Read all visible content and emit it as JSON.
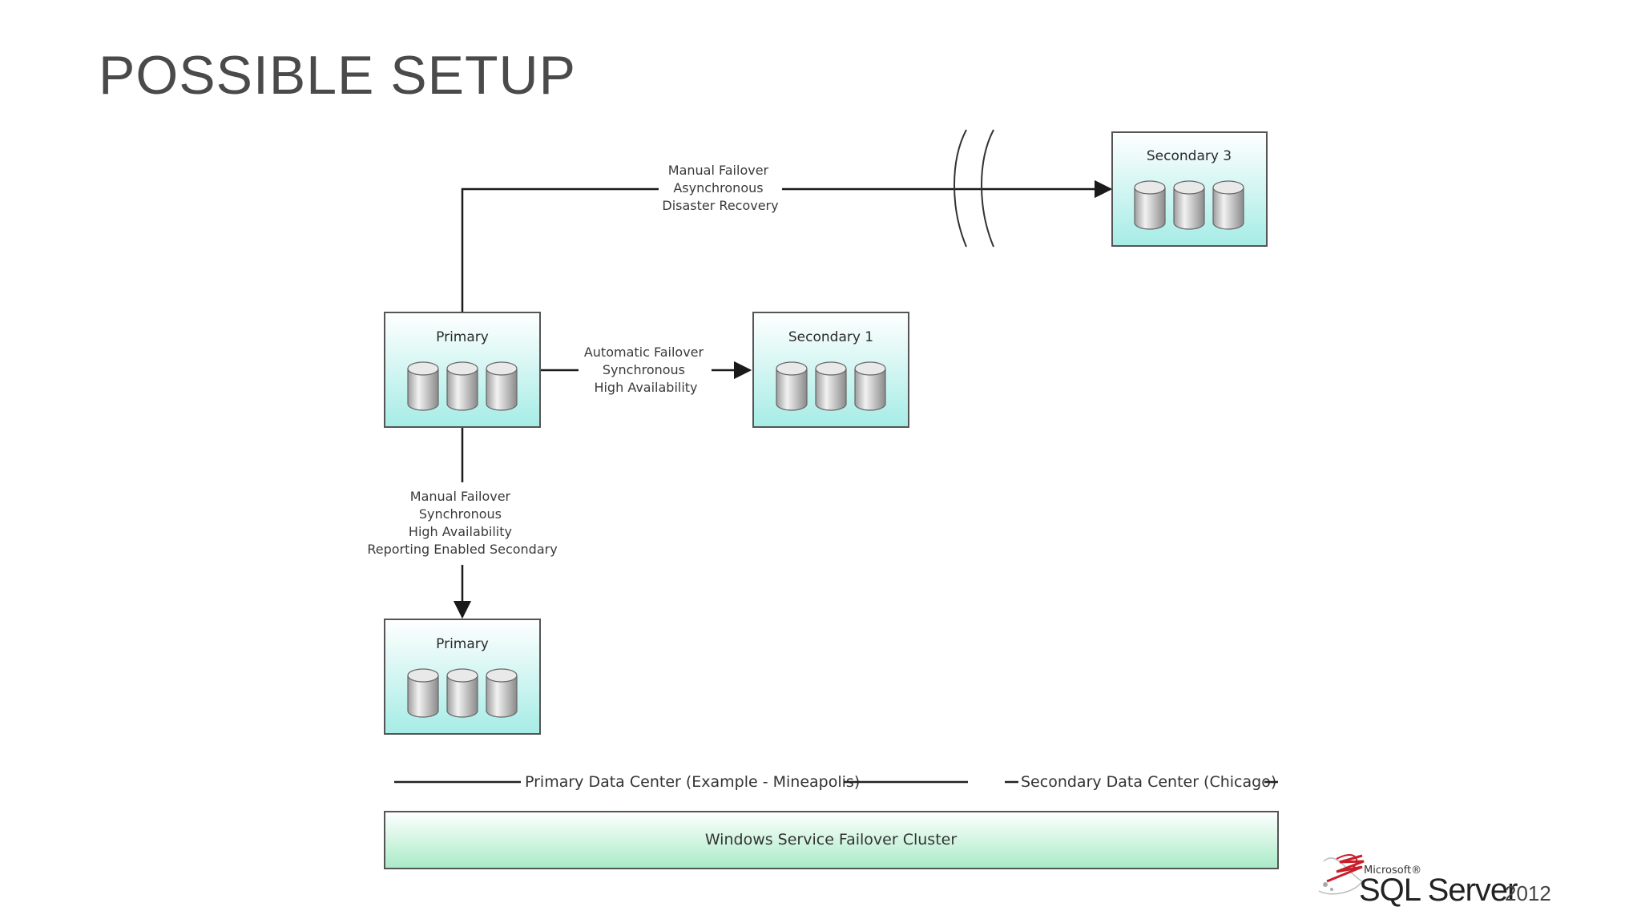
{
  "slide": {
    "title": "POSSIBLE SETUP"
  },
  "nodes": {
    "primary_top": {
      "title": "Primary"
    },
    "primary_bottom": {
      "title": "Primary"
    },
    "secondary_1": {
      "title": "Secondary 1"
    },
    "secondary_3": {
      "title": "Secondary 3"
    }
  },
  "links": {
    "to_secondary_3": {
      "lines": [
        "Manual Failover",
        "Asynchronous",
        "Disaster Recovery"
      ]
    },
    "to_secondary_1": {
      "lines": [
        "Automatic Failover",
        "Synchronous",
        "High Availability"
      ]
    },
    "to_primary_bottom": {
      "lines": [
        "Manual Failover",
        "Synchronous",
        "High Availability",
        "Reporting Enabled Secondary"
      ]
    }
  },
  "data_centers": {
    "primary": "Primary Data Center (Example - Mineapolis)",
    "secondary": "Secondary Data Center (Chicago)"
  },
  "cluster": {
    "label": "Windows Service Failover Cluster"
  },
  "logo": {
    "small": "Microsoft®",
    "product": "SQL Server",
    "year": "2012"
  },
  "colors": {
    "box_top": "#ffffff",
    "box_bottom": "#a6ece6",
    "cluster_top": "#ffffff",
    "cluster_bottom": "#a8ebc6",
    "line": "#1a1a1a",
    "logo_red": "#c8202a"
  }
}
